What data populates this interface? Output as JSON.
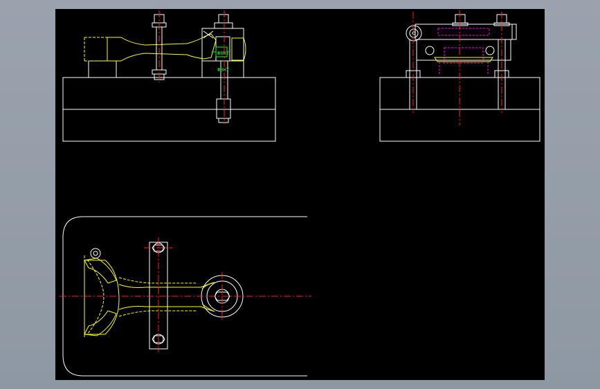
{
  "drawing": {
    "annotations": [
      {
        "id": "fit-top",
        "text": "Φ8H7"
      },
      {
        "id": "fit-bottom",
        "text": "Φ8H7"
      }
    ]
  }
}
